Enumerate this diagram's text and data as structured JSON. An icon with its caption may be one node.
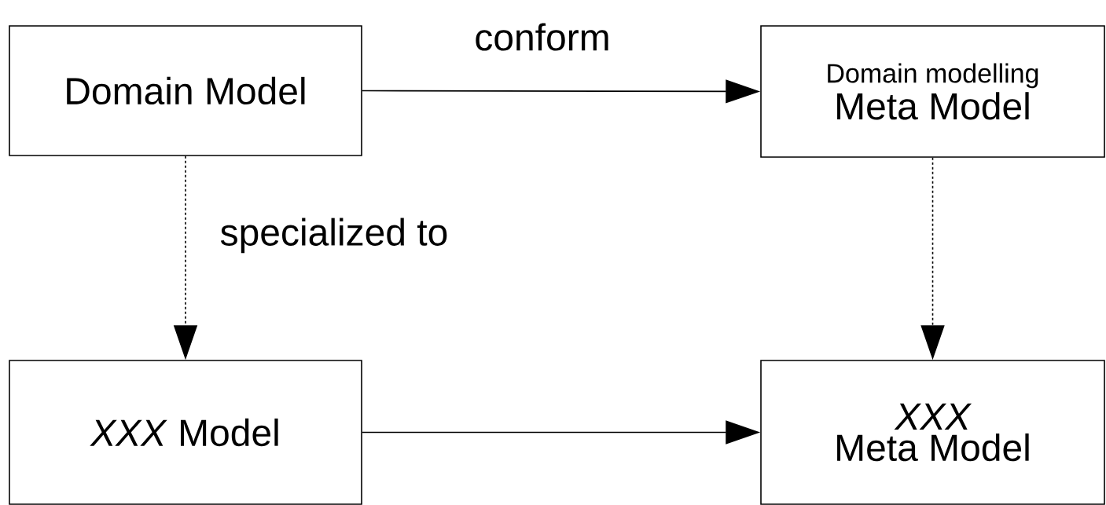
{
  "diagram": {
    "nodes": [
      {
        "text": [
          "Domain Model"
        ]
      },
      {
        "text": [
          "Domain modelling",
          "Meta Model"
        ]
      },
      {
        "text": [
          "*XXX* Model"
        ]
      },
      {
        "text": [
          "XXX",
          "Meta Model"
        ]
      }
    ],
    "edges": [
      {
        "from": 0,
        "to": 1,
        "arrow": "to",
        "label": "conform"
      },
      {
        "from": 0,
        "to": 2,
        "arrow": "to",
        "label": "specialized to",
        "style": "dashed"
      },
      {
        "from": 1,
        "to": 3,
        "arrow": "to",
        "style": "dashed"
      },
      {
        "from": 2,
        "to": 3,
        "arrow": "to"
      }
    ]
  }
}
